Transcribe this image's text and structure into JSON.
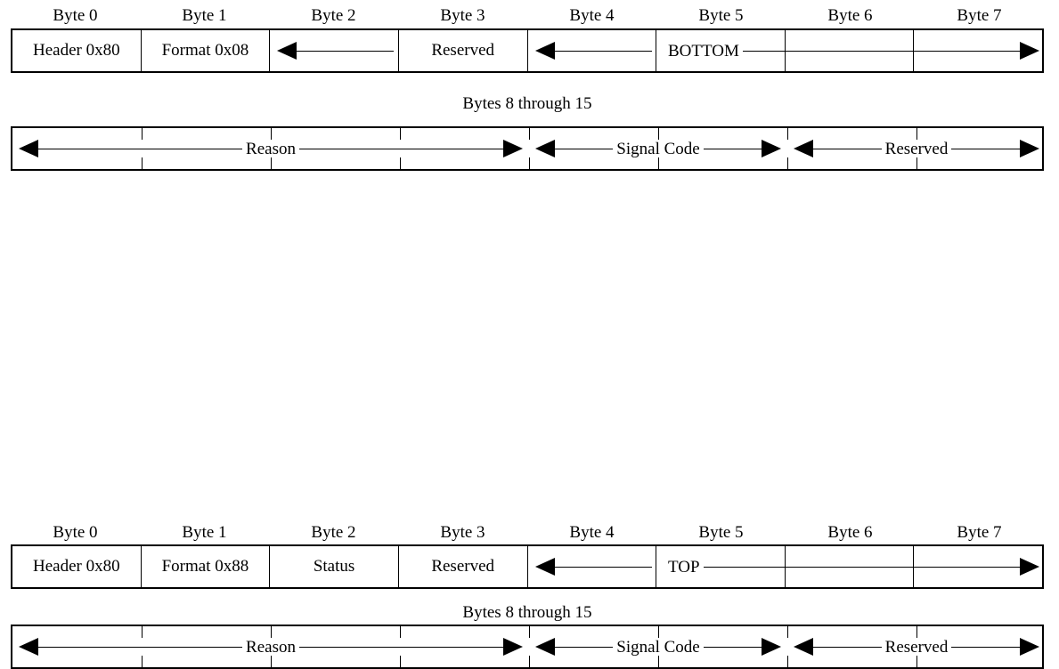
{
  "diagrams": [
    {
      "name": "bottom-message",
      "byte_labels": [
        "Byte 0",
        "Byte 1",
        "Byte 2",
        "Byte 3",
        "Byte 4",
        "Byte 5",
        "Byte 6",
        "Byte 7"
      ],
      "row1_cells": [
        "Header 0x80",
        "Format 0x08",
        "",
        "Reserved",
        "",
        "",
        "",
        ""
      ],
      "row1_spans": [
        {
          "label": "",
          "start": 2,
          "end": 2,
          "arrow_left": true,
          "arrow_right": false,
          "label_pos": "none"
        },
        {
          "label": "",
          "start": 4,
          "end": 4,
          "arrow_left": true,
          "arrow_right": false,
          "label_pos": "none"
        },
        {
          "label": "BOTTOM",
          "start": 5,
          "end": 7,
          "arrow_left": false,
          "arrow_right": true,
          "label_pos": "left"
        }
      ],
      "caption": "Bytes 8 through 15",
      "row2_spans": [
        {
          "label": "Reason",
          "start": 0,
          "end": 3,
          "arrow_left": true,
          "arrow_right": true,
          "label_pos": "center"
        },
        {
          "label": "Signal Code",
          "start": 4,
          "end": 5,
          "arrow_left": true,
          "arrow_right": true,
          "label_pos": "center"
        },
        {
          "label": "Reserved",
          "start": 6,
          "end": 7,
          "arrow_left": true,
          "arrow_right": true,
          "label_pos": "center"
        }
      ]
    },
    {
      "name": "top-message",
      "byte_labels": [
        "Byte 0",
        "Byte 1",
        "Byte 2",
        "Byte 3",
        "Byte 4",
        "Byte 5",
        "Byte 6",
        "Byte 7"
      ],
      "row1_cells": [
        "Header 0x80",
        "Format 0x88",
        "Status",
        "Reserved",
        "",
        "",
        "",
        ""
      ],
      "row1_spans": [
        {
          "label": "",
          "start": 4,
          "end": 4,
          "arrow_left": true,
          "arrow_right": false,
          "label_pos": "none"
        },
        {
          "label": "TOP",
          "start": 5,
          "end": 7,
          "arrow_left": false,
          "arrow_right": true,
          "label_pos": "left"
        }
      ],
      "caption": "Bytes 8 through 15",
      "row2_spans": [
        {
          "label": "Reason",
          "start": 0,
          "end": 3,
          "arrow_left": true,
          "arrow_right": true,
          "label_pos": "center"
        },
        {
          "label": "Signal Code",
          "start": 4,
          "end": 5,
          "arrow_left": true,
          "arrow_right": true,
          "label_pos": "center"
        },
        {
          "label": "Reserved",
          "start": 6,
          "end": 7,
          "arrow_left": true,
          "arrow_right": true,
          "label_pos": "center"
        }
      ]
    }
  ],
  "colors": {
    "line": "#000000",
    "background": "#ffffff"
  }
}
